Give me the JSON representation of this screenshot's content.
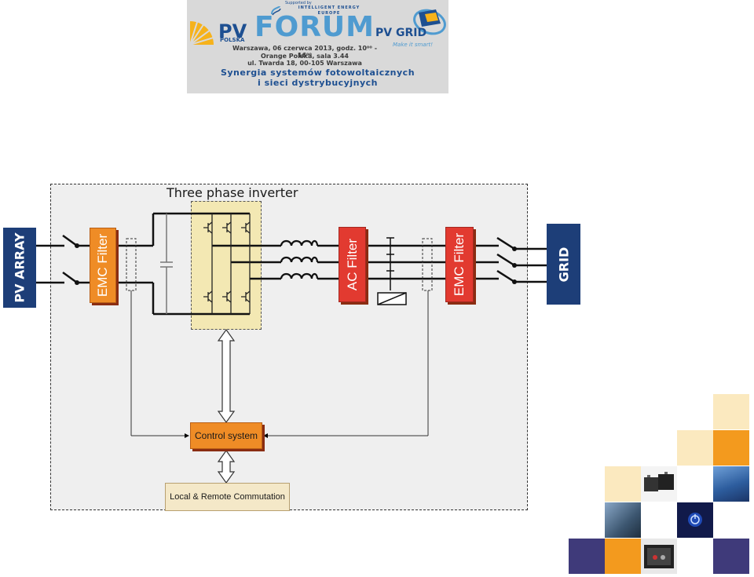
{
  "banner": {
    "pv": "PV",
    "polska": "POLSKA",
    "supported": "Supported by",
    "iee_line1": "INTELLIGENT ENERGY",
    "iee_line2": "EUROPE",
    "forum": "FORUM",
    "pv_grid": "PV GRID",
    "make_it_smart": "Make it smart!",
    "date_line": "Warszawa, 06 czerwca 2013, godz. 10⁰⁰ - 16⁰⁰",
    "venue_line": "Orange Polska, sala 3.44",
    "address_line": "ul. Twarda 18, 00-105 Warszawa",
    "synergia_line1": "Synergia systemów fotowoltaicznych",
    "synergia_line2": "i sieci dystrybucyjnych"
  },
  "diagram": {
    "inverter_title": "Three phase inverter",
    "pv_array": "PV ARRAY",
    "emc_filter_in": "EMC Filter",
    "ac_filter": "AC Filter",
    "emc_filter_out": "EMC Filter",
    "grid": "GRID",
    "control_system": "Control system",
    "commutation": "Local & Remote Commutation"
  },
  "colors": {
    "orange_block": "#ef8c26",
    "red_block": "#e23a30",
    "navy": "#1d3e78",
    "bridge_fill": "#f3e8b3"
  },
  "tiles": [
    {
      "name": "tile-cream",
      "color": "#fbe9bf"
    },
    {
      "name": "tile-orange",
      "color": "#f39a1e"
    },
    {
      "name": "tile-purple",
      "color": "#3f3a7a"
    },
    {
      "name": "tile-white",
      "color": "#ffffff"
    }
  ]
}
